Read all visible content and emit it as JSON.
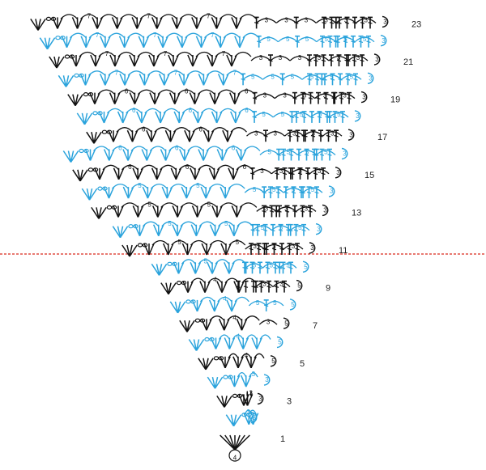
{
  "diagram": {
    "colors": {
      "odd_rows": "#111111",
      "even_rows": "#2aa3dc",
      "center_line": "#d9291c",
      "background": "#ffffff"
    },
    "start_ring_label": "4",
    "row_labels": [
      "1",
      "3",
      "5",
      "7",
      "9",
      "11",
      "13",
      "15",
      "17",
      "19",
      "21",
      "23"
    ],
    "chain_labels": [
      "3",
      "4",
      "5",
      "6",
      "7"
    ],
    "symbols": [
      "double-crochet",
      "single-crochet",
      "chain-arch",
      "picot",
      "chain-loop",
      "chain-ring"
    ]
  }
}
